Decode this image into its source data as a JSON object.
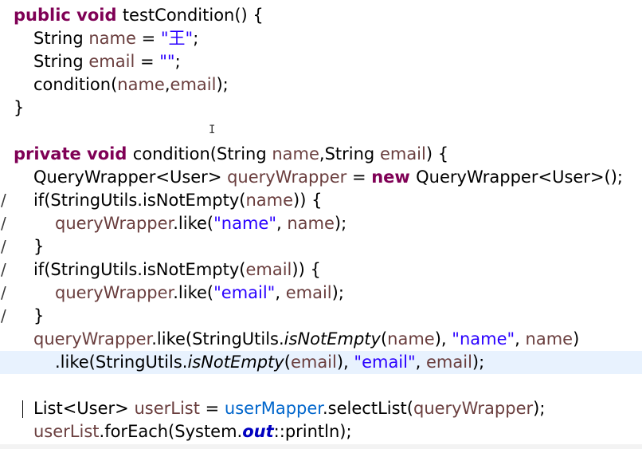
{
  "editor": {
    "lines": [
      {
        "tokens": [
          {
            "text": "public void ",
            "style": "kw"
          },
          {
            "text": "testCondition() {",
            "style": ""
          }
        ]
      },
      {
        "tokens": [
          {
            "text": "String ",
            "style": ""
          },
          {
            "text": "name",
            "style": "var"
          },
          {
            "text": " = ",
            "style": ""
          },
          {
            "text": "\"王\"",
            "style": "str"
          },
          {
            "text": ";",
            "style": ""
          }
        ]
      },
      {
        "tokens": [
          {
            "text": "String ",
            "style": ""
          },
          {
            "text": "email",
            "style": "var"
          },
          {
            "text": " = ",
            "style": ""
          },
          {
            "text": "\"\"",
            "style": "str"
          },
          {
            "text": ";",
            "style": ""
          }
        ]
      },
      {
        "tokens": [
          {
            "text": "condition(",
            "style": ""
          },
          {
            "text": "name",
            "style": "var"
          },
          {
            "text": ",",
            "style": ""
          },
          {
            "text": "email",
            "style": "var"
          },
          {
            "text": ");",
            "style": ""
          }
        ]
      },
      {
        "tokens": [
          {
            "text": "}",
            "style": ""
          }
        ]
      },
      {
        "tokens": []
      },
      {
        "tokens": [
          {
            "text": "private void ",
            "style": "kw"
          },
          {
            "text": "condition(String ",
            "style": ""
          },
          {
            "text": "name",
            "style": "var"
          },
          {
            "text": ",String ",
            "style": ""
          },
          {
            "text": "email",
            "style": "var"
          },
          {
            "text": ") {",
            "style": ""
          }
        ]
      },
      {
        "tokens": [
          {
            "text": "QueryWrapper<User> ",
            "style": ""
          },
          {
            "text": "queryWrapper",
            "style": "var"
          },
          {
            "text": " = ",
            "style": ""
          },
          {
            "text": "new ",
            "style": "kw"
          },
          {
            "text": "QueryWrapper<User>();",
            "style": ""
          }
        ]
      },
      {
        "tokens": [
          {
            "text": "if(StringUtils.isNotEmpty(",
            "style": ""
          },
          {
            "text": "name",
            "style": "var"
          },
          {
            "text": ")) {",
            "style": ""
          }
        ]
      },
      {
        "tokens": [
          {
            "text": "queryWrapper",
            "style": "var"
          },
          {
            "text": ".like(",
            "style": ""
          },
          {
            "text": "\"name\"",
            "style": "str"
          },
          {
            "text": ", ",
            "style": ""
          },
          {
            "text": "name",
            "style": "var"
          },
          {
            "text": ");",
            "style": ""
          }
        ]
      },
      {
        "tokens": [
          {
            "text": "}",
            "style": ""
          }
        ]
      },
      {
        "tokens": [
          {
            "text": "if(StringUtils.isNotEmpty(",
            "style": ""
          },
          {
            "text": "email",
            "style": "var"
          },
          {
            "text": ")) {",
            "style": ""
          }
        ]
      },
      {
        "tokens": [
          {
            "text": "queryWrapper",
            "style": "var"
          },
          {
            "text": ".like(",
            "style": ""
          },
          {
            "text": "\"email\"",
            "style": "str"
          },
          {
            "text": ", ",
            "style": ""
          },
          {
            "text": "email",
            "style": "var"
          },
          {
            "text": ");",
            "style": ""
          }
        ]
      },
      {
        "tokens": [
          {
            "text": "}",
            "style": ""
          }
        ]
      },
      {
        "tokens": [
          {
            "text": "queryWrapper",
            "style": "var"
          },
          {
            "text": ".like(StringUtils.",
            "style": ""
          },
          {
            "text": "isNotEmpty",
            "style": "smeth"
          },
          {
            "text": "(",
            "style": ""
          },
          {
            "text": "name",
            "style": "var"
          },
          {
            "text": "), ",
            "style": ""
          },
          {
            "text": "\"name\"",
            "style": "str"
          },
          {
            "text": ", ",
            "style": ""
          },
          {
            "text": "name",
            "style": "var"
          },
          {
            "text": ")",
            "style": ""
          }
        ]
      },
      {
        "tokens": [
          {
            "text": ".like(StringUtils.",
            "style": ""
          },
          {
            "text": "isNotEmpty",
            "style": "smeth"
          },
          {
            "text": "(",
            "style": ""
          },
          {
            "text": "email",
            "style": "var"
          },
          {
            "text": "), ",
            "style": ""
          },
          {
            "text": "\"email\"",
            "style": "str"
          },
          {
            "text": ", ",
            "style": ""
          },
          {
            "text": "email",
            "style": "var"
          },
          {
            "text": ");",
            "style": ""
          }
        ]
      },
      {
        "tokens": []
      },
      {
        "tokens": [
          {
            "text": "List<User> ",
            "style": ""
          },
          {
            "text": "userList",
            "style": "var"
          },
          {
            "text": " = ",
            "style": ""
          },
          {
            "text": "userMapper",
            "style": "fld"
          },
          {
            "text": ".selectList(",
            "style": ""
          },
          {
            "text": "queryWrapper",
            "style": "var"
          },
          {
            "text": ");",
            "style": ""
          }
        ]
      },
      {
        "tokens": [
          {
            "text": "userList",
            "style": "var"
          },
          {
            "text": ".forEach(System.",
            "style": ""
          },
          {
            "text": "out",
            "style": "sfld"
          },
          {
            "text": "::println);",
            "style": ""
          }
        ]
      }
    ],
    "comment_marker": "/",
    "colors": {
      "keyword": "#7f0055",
      "string": "#2a00ff",
      "local_variable": "#6a3e3e",
      "field": "#0066cc",
      "static_field": "#0000c0",
      "current_line_highlight": "#e8f2fe",
      "background": "#ffffff"
    },
    "icons": {
      "text_cursor": "i-beam-icon"
    }
  }
}
